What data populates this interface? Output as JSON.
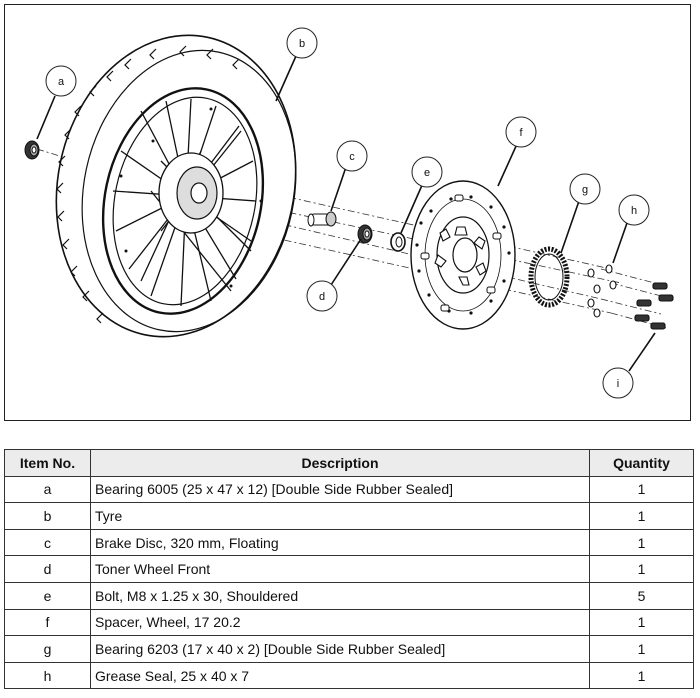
{
  "callouts": [
    "a",
    "b",
    "c",
    "d",
    "e",
    "f",
    "g",
    "h",
    "i"
  ],
  "table": {
    "headers": {
      "item": "Item No.",
      "description": "Description",
      "quantity": "Quantity"
    },
    "rows": [
      {
        "item": "a",
        "description": "Bearing 6005 (25 x 47 x 12) [Double Side Rubber Sealed]",
        "quantity": "1"
      },
      {
        "item": "b",
        "description": "Tyre",
        "quantity": "1"
      },
      {
        "item": "c",
        "description": "Brake Disc, 320 mm, Floating",
        "quantity": "1"
      },
      {
        "item": "d",
        "description": "Toner Wheel Front",
        "quantity": "1"
      },
      {
        "item": "e",
        "description": "Bolt, M8 x 1.25 x 30, Shouldered",
        "quantity": "5"
      },
      {
        "item": "f",
        "description": "Spacer, Wheel, 17 20.2",
        "quantity": "1"
      },
      {
        "item": "g",
        "description": "Bearing 6203 (17 x 40 x 2) [Double Side Rubber Sealed]",
        "quantity": "1"
      },
      {
        "item": "h",
        "description": "Grease Seal, 25 x 40 x 7",
        "quantity": "1"
      }
    ]
  }
}
